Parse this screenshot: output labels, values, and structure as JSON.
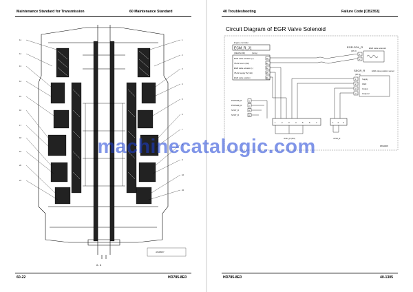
{
  "left_page": {
    "header_left": "Maintenance Standard for Transmission",
    "header_right": "60 Maintenance Standard",
    "footer_left": "60-22",
    "footer_right": "HD785-8E0",
    "section_marker": "A - A",
    "figure_code": "J2S08157"
  },
  "right_page": {
    "header_left": "40 Troubleshooting",
    "header_right": "Failure Code [CB2353]",
    "footer_left": "HD785-8E0",
    "footer_right": "40-1305",
    "title": "Circuit Diagram of EGR Valve Solenoid",
    "figure_code": "D8S2008",
    "controller": {
      "caption": "Engine controller",
      "name": "ECM_R_J1",
      "model": "(DELPHI-96)",
      "color": "(Gray)",
      "signals": [
        "EGR valve actuator (+)",
        "V5-02 return (4H)",
        "EGR valve actuator (-)",
        "V5-02 supply 5V (4H)",
        "EGR valve position"
      ],
      "pins": [
        "75",
        "81",
        "82",
        "35",
        "91"
      ]
    },
    "solenoid": {
      "name": "EGR-SOL_R",
      "model": "(DT-2)",
      "caption": "EGR valve solenoid",
      "pins": [
        "1",
        "2"
      ]
    },
    "sensor": {
      "name": "SEGR_R",
      "model": "(DT-4)",
      "caption": "EGR valve position sensor",
      "pins": [
        "1",
        "2",
        "3",
        "4"
      ],
      "signals": [
        "Supply",
        "GND",
        "Output",
        "Output 2"
      ]
    },
    "harness_connectors": [
      {
        "name": "PDOSER_R",
        "pin": "1"
      },
      {
        "name": "PDOSER_R",
        "pin": "2"
      },
      {
        "name": "SVGT_R",
        "pin": "4"
      },
      {
        "name": "SVGT_R",
        "pin": "5"
      }
    ],
    "junction_1": {
      "name": "JCS4_R (DU)",
      "pins": [
        "1",
        "2",
        "3",
        "4",
        "5",
        "6",
        "7"
      ]
    },
    "junction_2": {
      "name": "JCS3_R",
      "pins": [
        "1",
        "2",
        "3"
      ]
    }
  },
  "watermark": "machinecatalogic.com",
  "colors": {
    "ink": "#000000",
    "watermark": "#1a3fd6"
  }
}
